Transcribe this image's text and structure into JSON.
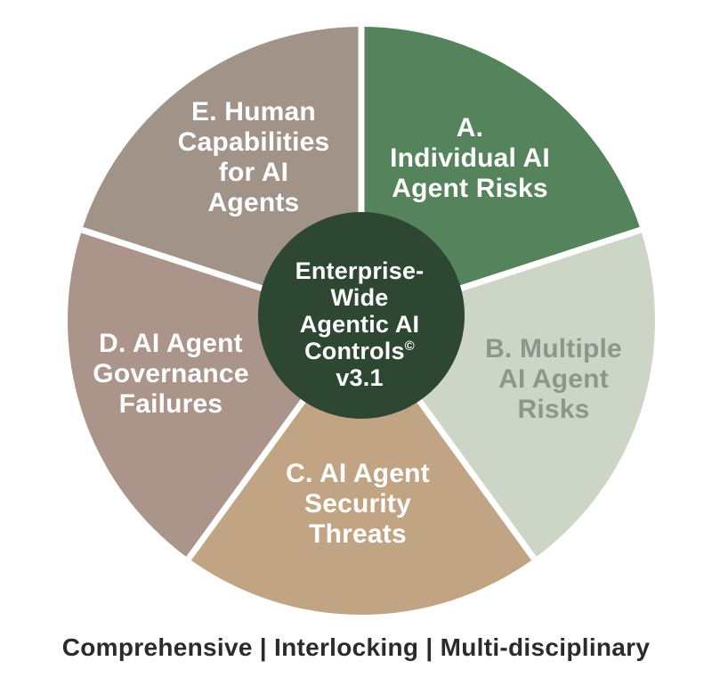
{
  "chart_data": {
    "type": "pie",
    "title": "Enterprise-Wide Agentic AI Controls© v3.1",
    "categories": [
      "A. Individual AI Agent Risks",
      "B. Multiple AI Agent Risks",
      "C. AI Agent Security Threats",
      "D. AI Agent Governance Failures",
      "E. Human Capabilities for AI Agents"
    ],
    "values": [
      20,
      20,
      20,
      20,
      20
    ],
    "colors": [
      "#54835c",
      "#cdd6c6",
      "#c1a484",
      "#ab9489",
      "#a29389"
    ],
    "start_angle_deg": 0,
    "direction": "clockwise",
    "legend": "none",
    "annotation": "equal segments around a central hub"
  },
  "wheel": {
    "slices": [
      {
        "id": "A",
        "label": "A.\nIndividual AI\nAgent Risks",
        "color": "#54835c",
        "text_color": "#ffffff"
      },
      {
        "id": "B",
        "label": "B. Multiple\nAI Agent\nRisks",
        "color": "#cdd6c6",
        "text_color": "#8e968c"
      },
      {
        "id": "C",
        "label": "C. AI Agent\nSecurity\nThreats",
        "color": "#c1a484",
        "text_color": "#ffffff"
      },
      {
        "id": "D",
        "label": "D. AI Agent\nGovernance\nFailures",
        "color": "#ab9489",
        "text_color": "#ffffff"
      },
      {
        "id": "E",
        "label": "E. Human\nCapabilities\nfor AI\nAgents",
        "color": "#a29389",
        "text_color": "#ffffff"
      }
    ],
    "separator_color": "#ffffff",
    "center_label": {
      "lines_top": "Enterprise-\nWide\nAgentic AI",
      "controls_word": "Controls",
      "copyright_symbol": "©",
      "version_line": "v3.1",
      "bg_color": "#2d4732",
      "text_color": "#ffffff"
    }
  },
  "footer": {
    "text": "Comprehensive | Interlocking | Multi-disciplinary",
    "color": "#2b2b2b"
  }
}
